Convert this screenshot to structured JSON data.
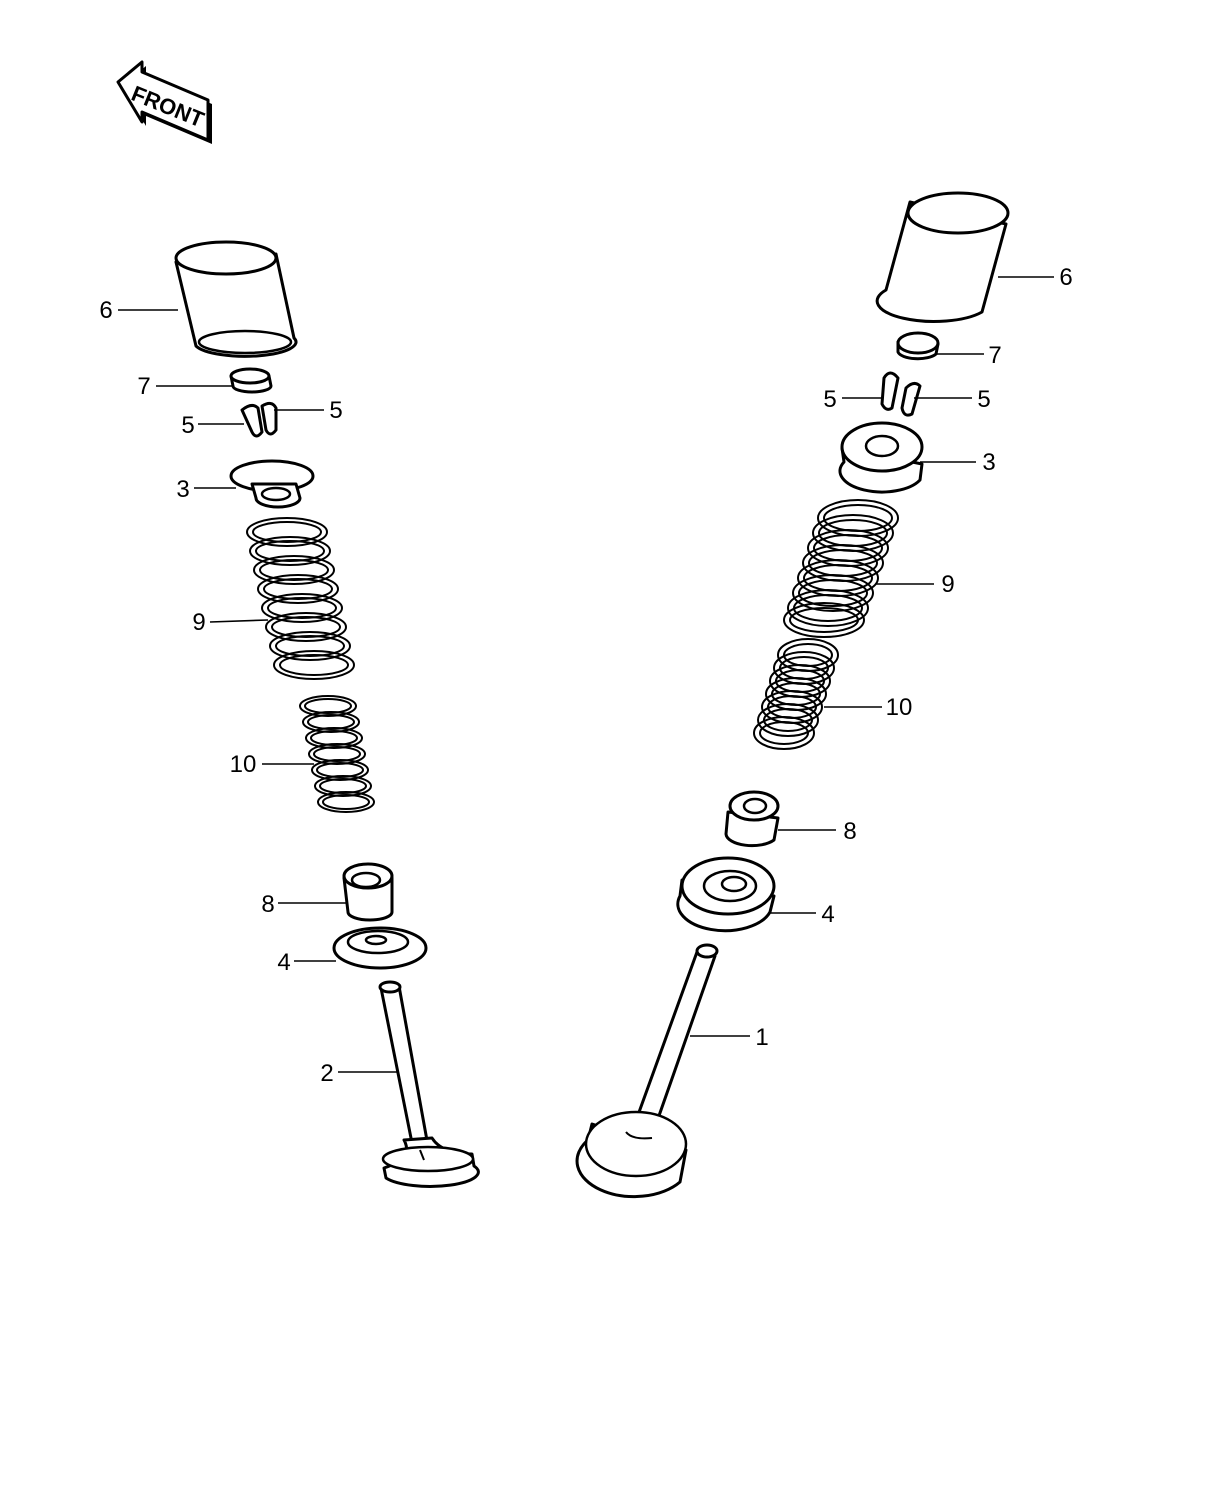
{
  "badge": {
    "label": "FRONT"
  },
  "callouts": {
    "left": {
      "tappet": "6",
      "shim": "7",
      "cotter_left": "5",
      "cotter_right": "5",
      "retainer": "3",
      "outer_spring": "9",
      "inner_spring": "10",
      "stem_seal": "8",
      "spring_seat": "4",
      "valve": "2"
    },
    "right": {
      "tappet": "6",
      "shim": "7",
      "cotter_left": "5",
      "cotter_right": "5",
      "retainer": "3",
      "outer_spring": "9",
      "inner_spring": "10",
      "stem_seal": "8",
      "spring_seat": "4",
      "valve": "1"
    }
  }
}
